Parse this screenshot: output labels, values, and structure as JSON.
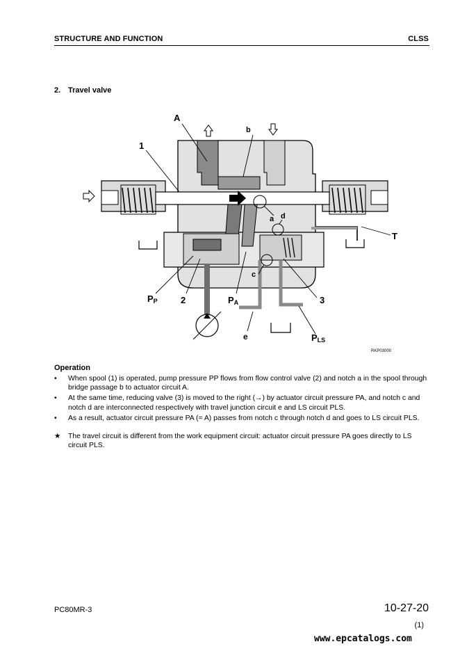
{
  "header": {
    "left": "STRUCTURE AND FUNCTION",
    "right": "CLSS"
  },
  "section": {
    "number": "2.",
    "title": "Travel valve"
  },
  "figure": {
    "labels": {
      "A": "A",
      "b": "b",
      "n1": "1",
      "a": "a",
      "d": "d",
      "T": "T",
      "c": "c",
      "PP_main": "P",
      "PP_sub": "P",
      "n2": "2",
      "PA_main": "P",
      "PA_sub": "A",
      "n3": "3",
      "e": "e",
      "PLS_main": "P",
      "PLS_sub": "LS"
    },
    "code": "RKP03000"
  },
  "operation": {
    "heading": "Operation",
    "bullet_symbol": "•",
    "bullets": [
      "When spool (1) is operated, pump pressure PP flows from flow control valve (2) and notch a in the spool through bridge passage b to actuator circuit A.",
      "At the same time, reducing valve (3) is moved to the right (→) by actuator circuit pressure PA, and notch c and notch d are interconnected respectively with travel junction circuit e and LS circuit PLS.",
      "As a result, actuator circuit pressure PA (= A) passes from notch c through notch d and goes to LS circuit PLS."
    ],
    "note_symbol": "★",
    "note": "The travel circuit is different from the work equipment circuit: actuator circuit pressure PA goes directly to LS circuit PLS."
  },
  "footer": {
    "model": "PC80MR-3",
    "page": "10-27-20",
    "sub": "(1)"
  },
  "watermark": "www.epcatalogs.com"
}
